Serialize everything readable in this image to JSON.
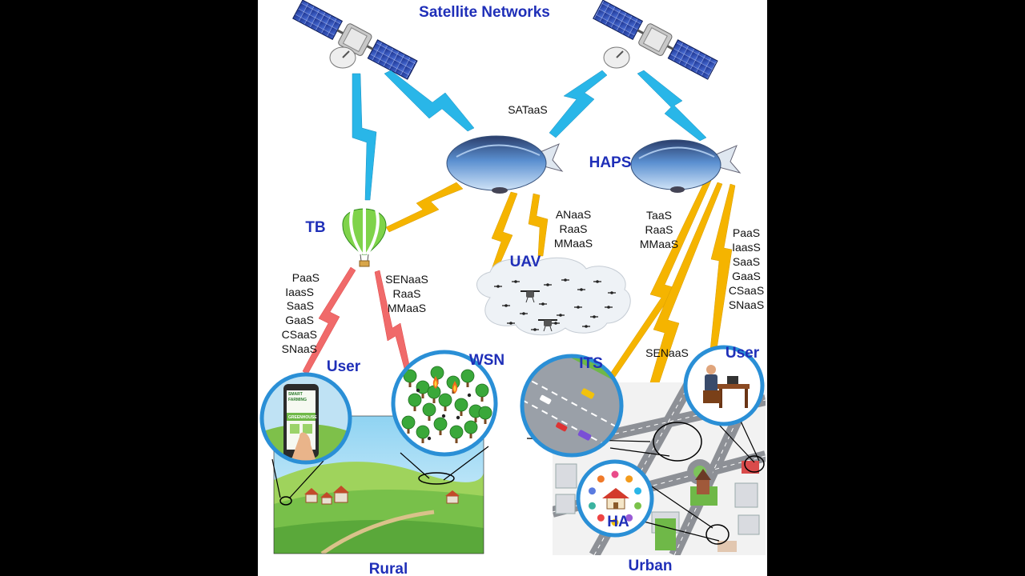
{
  "title": "Satellite Networks",
  "labels": {
    "sataas": "SATaaS",
    "haps": "HAPS",
    "tb": "TB",
    "uav": "UAV",
    "user_left": "User",
    "user_right": "User",
    "wsn": "WSN",
    "its": "ITS",
    "ha": "HA",
    "rural": "Rural",
    "urban": "Urban",
    "senaas_urban": "SENaaS"
  },
  "service_lists": {
    "tb_user": [
      "PaaS",
      "IaasS",
      "SaaS",
      "GaaS",
      "CSaaS",
      "SNaaS"
    ],
    "tb_wsn": [
      "SENaaS",
      "RaaS",
      "MMaaS"
    ],
    "haps_uav": [
      "ANaaS",
      "RaaS",
      "MMaaS"
    ],
    "haps_its": [
      "TaaS",
      "RaaS",
      "MMaaS"
    ],
    "haps_user": [
      "PaaS",
      "IaasS",
      "SaaS",
      "GaaS",
      "CSaaS",
      "SNaaS"
    ]
  },
  "phone": {
    "line1": "SMART",
    "line2": "FARMING",
    "line3": "GREENHOUSE"
  },
  "colors": {
    "title_blue": "#1f2fb8",
    "sat_link": "#29b6e8",
    "haps_link": "#f5b400",
    "tb_link": "#f06a6a"
  },
  "icons": [
    "satellite-icon",
    "airship-icon",
    "hot-air-balloon-icon",
    "drone-icon",
    "tree-icon",
    "fire-icon",
    "house-icon",
    "desk-user-icon",
    "smartphone-icon"
  ]
}
